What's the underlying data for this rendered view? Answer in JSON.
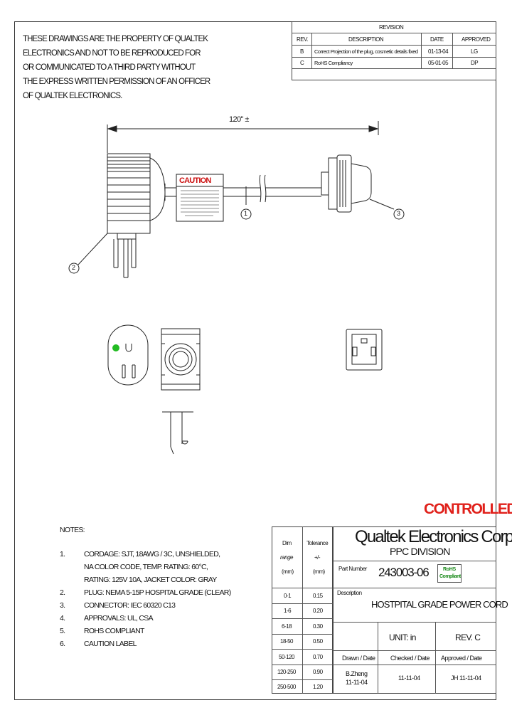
{
  "warning_lines": [
    "THESE DRAWINGS ARE THE PROPERTY OF QUALTEK",
    "ELECTRONICS AND NOT TO BE REPRODUCED FOR",
    "OR COMMUNICATED TO A THIRD PARTY WITHOUT",
    "THE EXPRESS WRITTEN PERMISSION OF AN OFFICER",
    "OF QUALTEK ELECTRONICS."
  ],
  "revision": {
    "title": "REVISION",
    "headers": [
      "REV.",
      "DESCRIPTION",
      "DATE",
      "APPROVED"
    ],
    "rows": [
      [
        "B",
        "Correct Projection of the plug, cosmetic details fixed",
        "01-13-04",
        "LG"
      ],
      [
        "C",
        "RoHS Compliancy",
        "05-01-05",
        "DP"
      ]
    ]
  },
  "drawing": {
    "length_dim": "120\" ±",
    "caution_title": "CAUTION",
    "balloons": [
      "1",
      "2",
      "3"
    ]
  },
  "stamp": "CONTROLLED",
  "notes": {
    "title": "NOTES:",
    "items": [
      {
        "num": "1.",
        "lines": [
          "CORDAGE: SJT, 18AWG / 3C, UNSHIELDED,",
          "NA COLOR CODE, TEMP. RATING: 60°C,",
          "RATING: 125V 10A, JACKET COLOR: GRAY"
        ]
      },
      {
        "num": "2.",
        "lines": [
          "PLUG: NEMA 5-15P HOSPITAL GRADE (CLEAR)"
        ]
      },
      {
        "num": "3.",
        "lines": [
          "CONNECTOR: IEC 60320 C13"
        ]
      },
      {
        "num": "4.",
        "lines": [
          "APPROVALS: UL, CSA"
        ]
      },
      {
        "num": "5.",
        "lines": [
          "ROHS COMPLIANT"
        ]
      },
      {
        "num": "6.",
        "lines": [
          "CAUTION LABEL"
        ]
      }
    ]
  },
  "tolerance": {
    "header_left": [
      "Dim",
      "range",
      "(mm)"
    ],
    "header_right": [
      "Tolerance",
      "+/-",
      "(mm)"
    ],
    "rows": [
      [
        "0-1",
        "0.15"
      ],
      [
        "1-6",
        "0.20"
      ],
      [
        "6-18",
        "0.30"
      ],
      [
        "18-50",
        "0.50"
      ],
      [
        "50-120",
        "0.70"
      ],
      [
        "120-250",
        "0.90"
      ],
      [
        "250-500",
        "1.20"
      ]
    ]
  },
  "title_block": {
    "company": "Qualtek Electronics Corp.",
    "division": "PPC DIVISION",
    "part_number_label": "Part Number",
    "part_number": "243003-06",
    "rohs_badge": [
      "RoHS",
      "Compliant"
    ],
    "description_label": "Description",
    "description": "HOSTPITAL GRADE POWER CORD",
    "unit": "UNIT: in",
    "rev": "REV. C",
    "drawn_label": "Drawn / Date",
    "checked_label": "Checked / Date",
    "approved_label": "Approved / Date",
    "drawn_by": "B.Zheng",
    "drawn_date": "11-11-04",
    "checked_date": "11-11-04",
    "approved": "JH 11-11-04"
  }
}
